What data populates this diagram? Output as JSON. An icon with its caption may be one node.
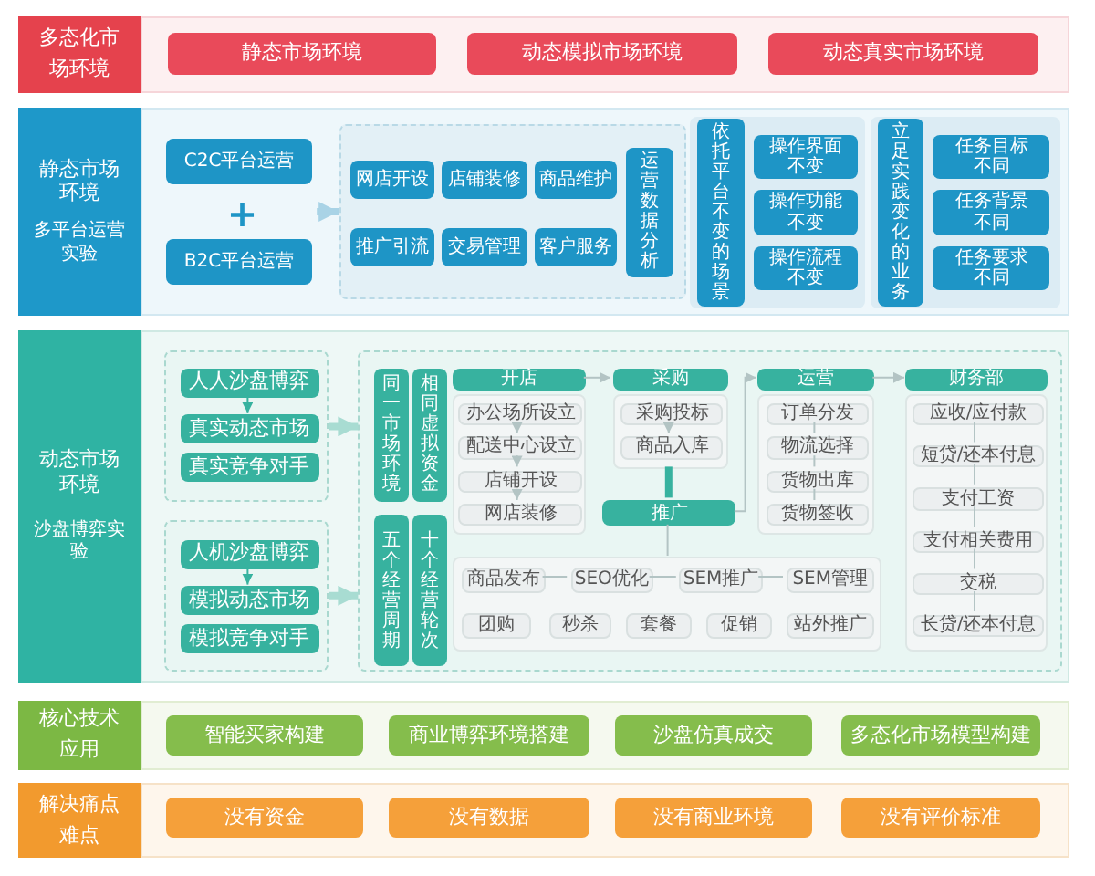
{
  "diagram": {
    "nodes": [
      {
        "text": [
          "多态化市场环境"
        ]
      },
      {
        "text": [
          "静态市场环境"
        ]
      },
      {
        "text": [
          "动态模拟市场环境"
        ]
      },
      {
        "text": [
          "动态真实市场环境"
        ]
      },
      {
        "text": [
          "静态市场环境",
          "多平台运营实验"
        ]
      },
      {
        "text": [
          "C2C平台运营"
        ]
      },
      {
        "text": [
          "B2C平台运营"
        ]
      },
      {
        "text": [],
        "shape": "box"
      },
      {
        "text": [
          "网店开设"
        ],
        "in": 7
      },
      {
        "text": [
          "店铺装修"
        ],
        "in": 7
      },
      {
        "text": [
          "商品维护"
        ],
        "in": 7
      },
      {
        "text": [
          "推广引流"
        ],
        "in": 7
      },
      {
        "text": [
          "交易管理"
        ],
        "in": 7
      },
      {
        "text": [
          "客户服务"
        ],
        "in": 7
      },
      {
        "text": [
          "运营数据分析"
        ],
        "in": 7
      },
      {
        "text": [],
        "shape": "box"
      },
      {
        "text": [
          "依托平台不变的场景"
        ],
        "in": 15
      },
      {
        "text": [
          "操作界面不变"
        ],
        "in": 15
      },
      {
        "text": [
          "操作功能不变"
        ],
        "in": 15
      },
      {
        "text": [
          "操作流程不变"
        ],
        "in": 15
      },
      {
        "text": [],
        "shape": "box"
      },
      {
        "text": [
          "立足实践变化的业务"
        ],
        "in": 20
      },
      {
        "text": [
          "任务目标不同"
        ],
        "in": 20
      },
      {
        "text": [
          "任务背景不同"
        ],
        "in": 20
      },
      {
        "text": [
          "任务要求不同"
        ],
        "in": 20
      },
      {
        "text": [
          "动态市场环境",
          "沙盘博弈实验"
        ]
      },
      {
        "text": [],
        "shape": "box"
      },
      {
        "text": [
          "人人沙盘博弈"
        ],
        "in": 26
      },
      {
        "text": [
          "真实动态市场"
        ],
        "in": 26
      },
      {
        "text": [
          "真实竞争对手"
        ],
        "in": 26
      },
      {
        "text": [],
        "shape": "box"
      },
      {
        "text": [
          "人机沙盘博弈"
        ],
        "in": 30
      },
      {
        "text": [
          "模拟动态市场"
        ],
        "in": 30
      },
      {
        "text": [
          "模拟竞争对手"
        ],
        "in": 30
      },
      {
        "text": [],
        "shape": "box"
      },
      {
        "text": [
          "同一市场环境"
        ],
        "in": 34
      },
      {
        "text": [
          "相同虚拟资金"
        ],
        "in": 34
      },
      {
        "text": [
          "五个经营周期"
        ],
        "in": 34
      },
      {
        "text": [
          "十个经营轮次"
        ],
        "in": 34
      },
      {
        "text": [
          "开店"
        ],
        "in": 34
      },
      {
        "text": [],
        "shape": "box",
        "in": 34
      },
      {
        "text": [
          "办公场所设立"
        ],
        "in": 40
      },
      {
        "text": [
          "配送中心设立"
        ],
        "in": 40
      },
      {
        "text": [
          "店铺开设"
        ],
        "in": 40
      },
      {
        "text": [
          "网店装修"
        ],
        "in": 40
      },
      {
        "text": [
          "采购"
        ],
        "in": 34
      },
      {
        "text": [],
        "shape": "box",
        "in": 34
      },
      {
        "text": [
          "采购投标"
        ],
        "in": 46
      },
      {
        "text": [
          "商品入库"
        ],
        "in": 46
      },
      {
        "text": [
          "推广"
        ],
        "in": 34
      },
      {
        "text": [
          "运营"
        ],
        "in": 34
      },
      {
        "text": [],
        "shape": "box",
        "in": 34
      },
      {
        "text": [
          "订单分发"
        ],
        "in": 51
      },
      {
        "text": [
          "物流选择"
        ],
        "in": 51
      },
      {
        "text": [
          "货物出库"
        ],
        "in": 51
      },
      {
        "text": [
          "货物签收"
        ],
        "in": 51
      },
      {
        "text": [
          "财务部"
        ],
        "in": 34
      },
      {
        "text": [],
        "shape": "box",
        "in": 34
      },
      {
        "text": [
          "应收/应付款"
        ],
        "in": 57
      },
      {
        "text": [
          "短贷/还本付息"
        ],
        "in": 57
      },
      {
        "text": [
          "支付工资"
        ],
        "in": 57
      },
      {
        "text": [
          "支付相关费用"
        ],
        "in": 57
      },
      {
        "text": [
          "交税"
        ],
        "in": 57
      },
      {
        "text": [
          "长贷/还本付息"
        ],
        "in": 57
      },
      {
        "text": [],
        "shape": "box",
        "in": 34
      },
      {
        "text": [
          "商品发布"
        ],
        "in": 64
      },
      {
        "text": [
          "SEO优化"
        ],
        "in": 64
      },
      {
        "text": [
          "SEM推广"
        ],
        "in": 64
      },
      {
        "text": [
          "SEM管理"
        ],
        "in": 64
      },
      {
        "text": [
          "团购"
        ],
        "in": 64
      },
      {
        "text": [
          "秒杀"
        ],
        "in": 64
      },
      {
        "text": [
          "套餐"
        ],
        "in": 64
      },
      {
        "text": [
          "促销"
        ],
        "in": 64
      },
      {
        "text": [
          "站外推广"
        ],
        "in": 64
      },
      {
        "text": [
          "核心技术应用"
        ]
      },
      {
        "text": [
          "智能买家构建"
        ]
      },
      {
        "text": [
          "商业博弈环境搭建"
        ]
      },
      {
        "text": [
          "沙盘仿真成交"
        ]
      },
      {
        "text": [
          "多态化市场模型构建"
        ]
      },
      {
        "text": [
          "解决痛点难点"
        ]
      },
      {
        "text": [
          "没有资金"
        ]
      },
      {
        "text": [
          "没有数据"
        ]
      },
      {
        "text": [
          "没有商业环境"
        ]
      },
      {
        "text": [
          "没有评价标准"
        ]
      }
    ],
    "edges": [
      {
        "from": null,
        "to": 7,
        "arrow": "to",
        "style": "thick",
        "color": "#a9d3e6"
      },
      {
        "from": 27,
        "to": 28,
        "arrow": "to",
        "color": "#37b29f"
      },
      {
        "from": 31,
        "to": 32,
        "arrow": "to",
        "color": "#37b29f"
      },
      {
        "from": 26,
        "to": 34,
        "arrow": "to",
        "style": "thick",
        "color": "#a8dcd2"
      },
      {
        "from": 30,
        "to": 34,
        "arrow": "to",
        "style": "thick",
        "color": "#a8dcd2"
      },
      {
        "from": 39,
        "to": 45,
        "arrow": "to"
      },
      {
        "from": 46,
        "to": 49,
        "arrow": "none",
        "style": "thick",
        "color": "#37b29f"
      },
      {
        "from": 49,
        "to": 50,
        "arrow": "to"
      },
      {
        "from": 50,
        "to": 56,
        "arrow": "to"
      },
      {
        "from": 49,
        "to": 64,
        "arrow": "none"
      },
      {
        "from": 41,
        "to": 42,
        "arrow": "to"
      },
      {
        "from": 42,
        "to": 43,
        "arrow": "to"
      },
      {
        "from": 43,
        "to": 44,
        "arrow": "to"
      },
      {
        "from": 47,
        "to": 48,
        "arrow": "to"
      },
      {
        "from": 52,
        "to": 53,
        "arrow": "none"
      },
      {
        "from": 53,
        "to": 54,
        "arrow": "none"
      },
      {
        "from": 54,
        "to": 55,
        "arrow": "none"
      },
      {
        "from": 58,
        "to": 59,
        "arrow": "none"
      },
      {
        "from": 59,
        "to": 60,
        "arrow": "none"
      },
      {
        "from": 60,
        "to": 61,
        "arrow": "none"
      },
      {
        "from": 61,
        "to": 62,
        "arrow": "none"
      },
      {
        "from": 62,
        "to": 63,
        "arrow": "none"
      },
      {
        "from": 65,
        "to": 66,
        "arrow": "none"
      },
      {
        "from": 66,
        "to": 67,
        "arrow": "none"
      },
      {
        "from": 67,
        "to": 68,
        "arrow": "none"
      }
    ],
    "labels": [
      "+"
    ]
  }
}
